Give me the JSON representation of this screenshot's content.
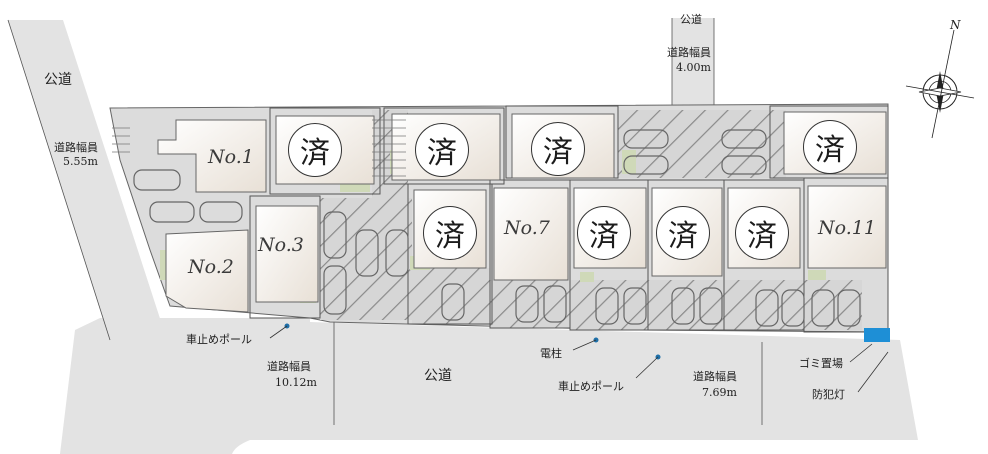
{
  "roads": {
    "left_road_name": "公道",
    "left_road_width_label": "道路幅員",
    "left_road_width_value": "5.55m",
    "top_road_name": "公道",
    "top_road_width_label": "道路幅員",
    "top_road_width_value": "4.00m",
    "main_road_name": "公道",
    "main_road_left_width_label": "道路幅員",
    "main_road_left_width_value": "10.12m",
    "main_road_right_width_label": "道路幅員",
    "main_road_right_width_value": "7.69m"
  },
  "facilities": {
    "bollard_left": "車止めポール",
    "utility_pole": "電柱",
    "bollard_right": "車止めポール",
    "garbage": "ゴミ置場",
    "security_light": "防犯灯"
  },
  "compass": {
    "north": "N"
  },
  "lots": [
    {
      "label": "No.1"
    },
    {
      "label": "No.2"
    },
    {
      "label": "No.3"
    },
    {
      "label": "No.7"
    },
    {
      "label": "No.11"
    }
  ],
  "sold_mark": "済",
  "colors": {
    "house": "#f1ece6",
    "paving": "#d9d9d9",
    "road": "#e3e3e3",
    "garden": "#cfd9b8",
    "garbage": "#1e8fd6"
  }
}
